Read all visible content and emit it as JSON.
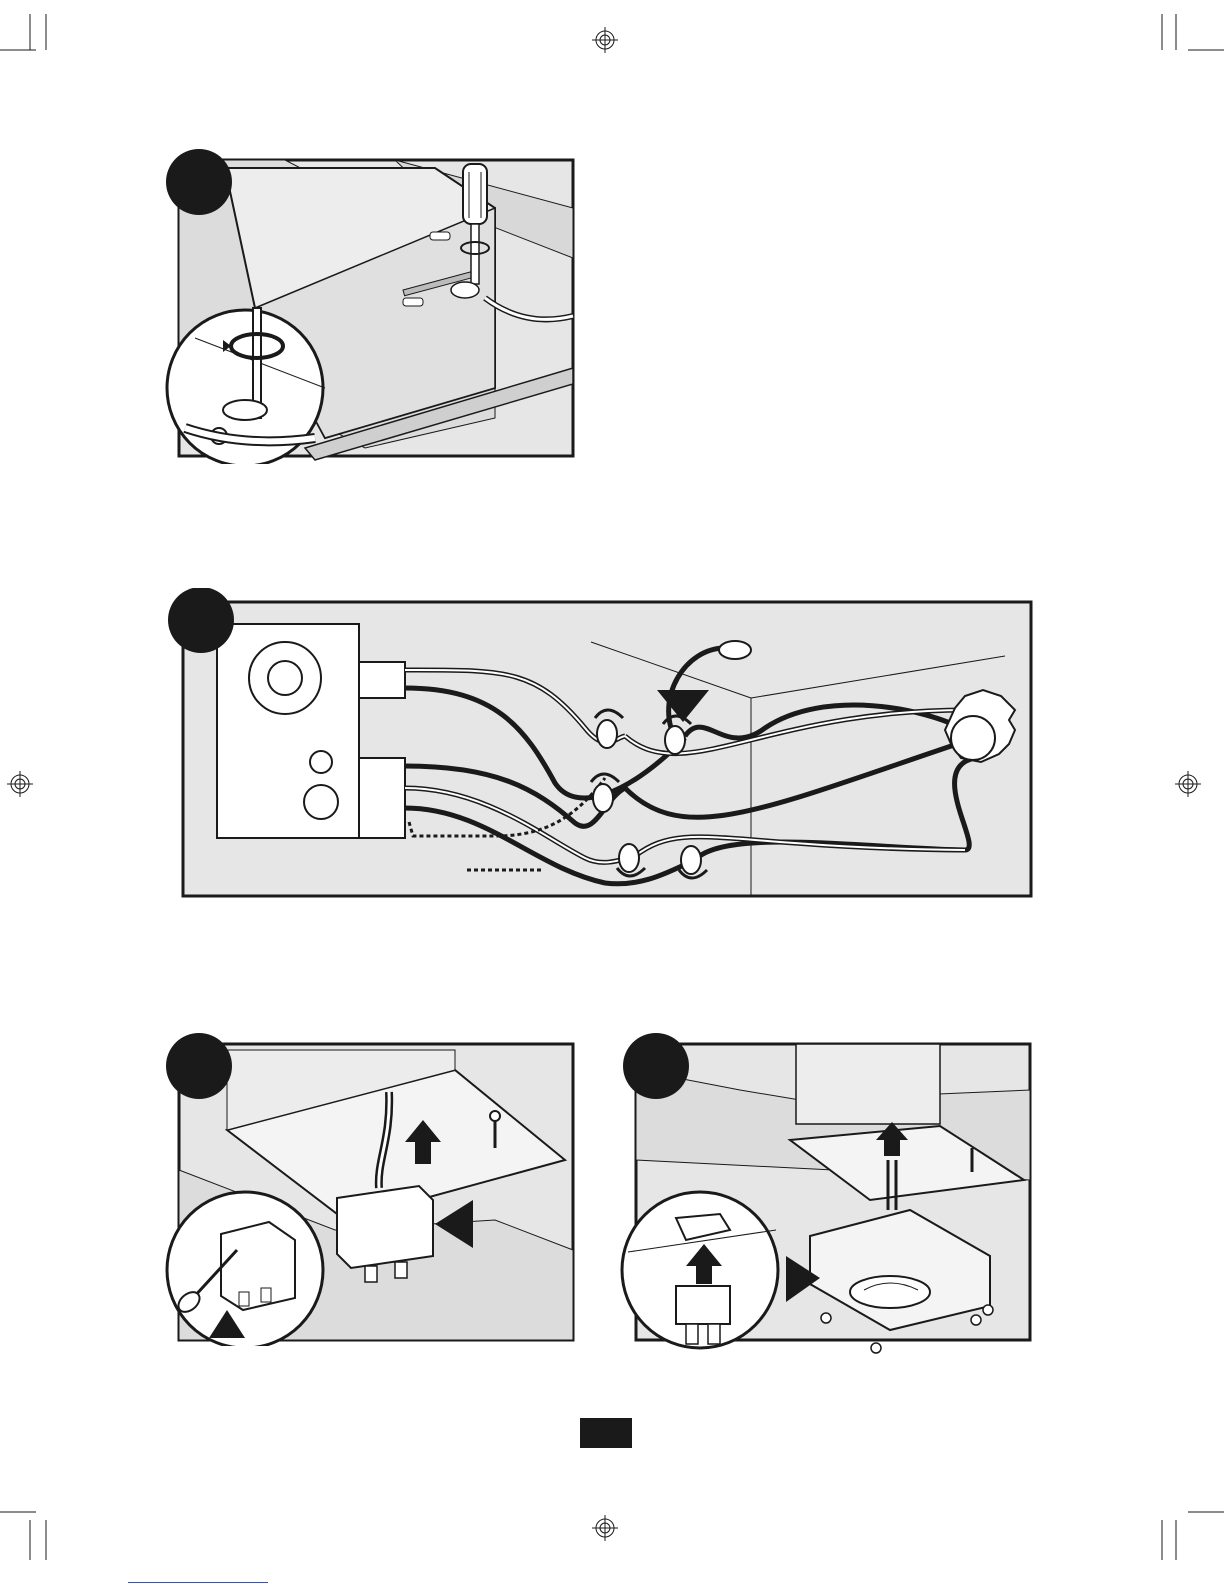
{
  "page": {
    "background": "#ffffff",
    "ink": "#1a1a1a",
    "panel_fill": "#e6e6e6"
  },
  "figures": [
    {
      "id": "fig-a",
      "icon": "screwdriver-ground-screw-illustration"
    },
    {
      "id": "fig-b",
      "icon": "wiring-diagram-illustration"
    },
    {
      "id": "fig-c",
      "icon": "junction-box-removal-illustration"
    },
    {
      "id": "fig-d",
      "icon": "motor-assembly-connector-illustration"
    }
  ],
  "marks": {
    "registration": "registration-mark-icon",
    "crop": "crop-mark-icon"
  }
}
